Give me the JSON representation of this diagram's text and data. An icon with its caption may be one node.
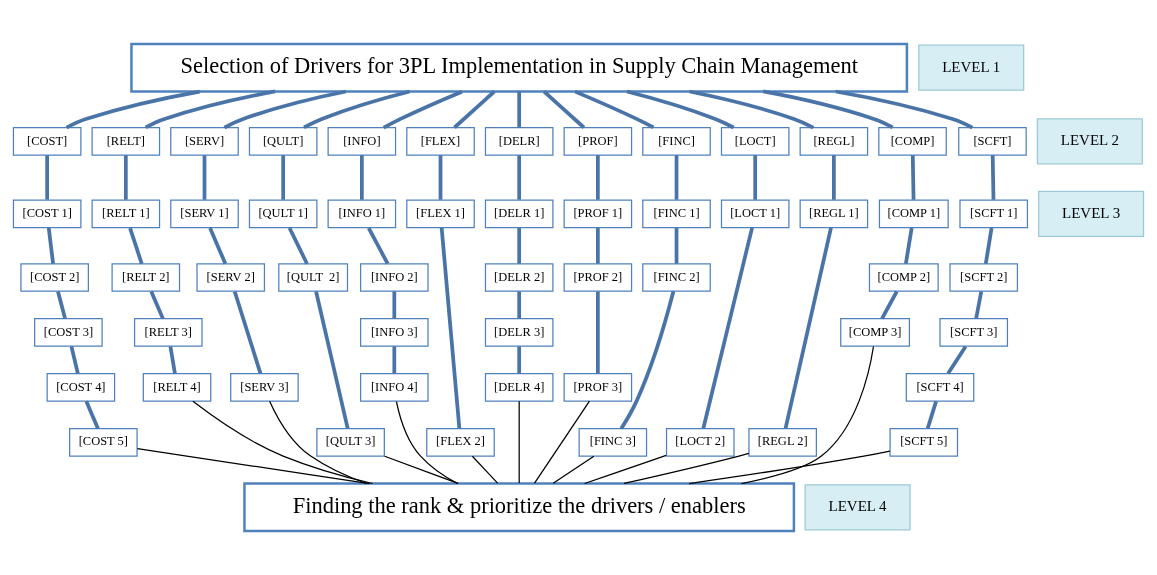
{
  "diagram": {
    "nodes": [
      {
        "text": [
          "Selection of Drivers for 3PL Implementation in Supply Chain Management"
        ]
      },
      {
        "text": [
          "LEVEL 1"
        ]
      },
      {
        "text": [
          "LEVEL 2"
        ]
      },
      {
        "text": [
          "LEVEL 3"
        ]
      },
      {
        "text": [
          "LEVEL 4"
        ]
      },
      {
        "text": [
          "Finding the rank & prioritize the drivers / enablers"
        ]
      },
      {
        "text": [
          "[COST]"
        ]
      },
      {
        "text": [
          "[COST 1]"
        ]
      },
      {
        "text": [
          "[COST 2]"
        ]
      },
      {
        "text": [
          "[COST 3]"
        ]
      },
      {
        "text": [
          "[COST 4]"
        ]
      },
      {
        "text": [
          "[COST 5]"
        ]
      },
      {
        "text": [
          "[RELT]"
        ]
      },
      {
        "text": [
          "[RELT 1]"
        ]
      },
      {
        "text": [
          "[RELT 2]"
        ]
      },
      {
        "text": [
          "[RELT 3]"
        ]
      },
      {
        "text": [
          "[RELT 4]"
        ]
      },
      {
        "text": [
          "[SERV]"
        ]
      },
      {
        "text": [
          "[SERV 1]"
        ]
      },
      {
        "text": [
          "[SERV 2]"
        ]
      },
      {
        "text": [
          "[SERV 3]"
        ]
      },
      {
        "text": [
          "[QULT]"
        ]
      },
      {
        "text": [
          "[QULT 1]"
        ]
      },
      {
        "text": [
          "[QULT  2]"
        ]
      },
      {
        "text": [
          "[QULT 3]"
        ]
      },
      {
        "text": [
          "[INFO]"
        ]
      },
      {
        "text": [
          "[INFO 1]"
        ]
      },
      {
        "text": [
          "[INFO 2]"
        ]
      },
      {
        "text": [
          "[INFO 3]"
        ]
      },
      {
        "text": [
          "[INFO 4]"
        ]
      },
      {
        "text": [
          "[FLEX]"
        ]
      },
      {
        "text": [
          "[FLEX 1]"
        ]
      },
      {
        "text": [
          "[FLEX 2]"
        ]
      },
      {
        "text": [
          "[DELR]"
        ]
      },
      {
        "text": [
          "[DELR 1]"
        ]
      },
      {
        "text": [
          "[DELR 2]"
        ]
      },
      {
        "text": [
          "[DELR 3]"
        ]
      },
      {
        "text": [
          "[DELR 4]"
        ]
      },
      {
        "text": [
          "[PROF]"
        ]
      },
      {
        "text": [
          "[PROF 1]"
        ]
      },
      {
        "text": [
          "[PROF 2]"
        ]
      },
      {
        "text": [
          "[PROF 3]"
        ]
      },
      {
        "text": [
          "[FINC]"
        ]
      },
      {
        "text": [
          "[FINC 1]"
        ]
      },
      {
        "text": [
          "[FINC 2]"
        ]
      },
      {
        "text": [
          "[FINC 3]"
        ]
      },
      {
        "text": [
          "[LOCT]"
        ]
      },
      {
        "text": [
          "[LOCT 1]"
        ]
      },
      {
        "text": [
          "[LOCT 2]"
        ]
      },
      {
        "text": [
          "[REGL]"
        ]
      },
      {
        "text": [
          "[REGL 1]"
        ]
      },
      {
        "text": [
          "[REGL 2]"
        ]
      },
      {
        "text": [
          "[COMP]"
        ]
      },
      {
        "text": [
          "[COMP 1]"
        ]
      },
      {
        "text": [
          "[COMP 2]"
        ]
      },
      {
        "text": [
          "[COMP 3]"
        ]
      },
      {
        "text": [
          "[SCFT]"
        ]
      },
      {
        "text": [
          "[SCFT 1]"
        ]
      },
      {
        "text": [
          "[SCFT 2]"
        ]
      },
      {
        "text": [
          "[SCFT 3]"
        ]
      },
      {
        "text": [
          "[SCFT 4]"
        ]
      },
      {
        "text": [
          "[SCFT 5]"
        ]
      }
    ],
    "edges": [
      {
        "from": 0,
        "to": 6,
        "arrow": "none"
      },
      {
        "from": 0,
        "to": 12,
        "arrow": "none"
      },
      {
        "from": 0,
        "to": 17,
        "arrow": "none"
      },
      {
        "from": 0,
        "to": 21,
        "arrow": "none"
      },
      {
        "from": 0,
        "to": 25,
        "arrow": "none"
      },
      {
        "from": 0,
        "to": 30,
        "arrow": "none"
      },
      {
        "from": 0,
        "to": 33,
        "arrow": "none"
      },
      {
        "from": 0,
        "to": 38,
        "arrow": "none"
      },
      {
        "from": 0,
        "to": 42,
        "arrow": "none"
      },
      {
        "from": 0,
        "to": 46,
        "arrow": "none"
      },
      {
        "from": 0,
        "to": 49,
        "arrow": "none"
      },
      {
        "from": 0,
        "to": 52,
        "arrow": "none"
      },
      {
        "from": 0,
        "to": 56,
        "arrow": "none"
      },
      {
        "from": 6,
        "to": 7,
        "arrow": "none"
      },
      {
        "from": 7,
        "to": 8,
        "arrow": "none"
      },
      {
        "from": 8,
        "to": 9,
        "arrow": "none"
      },
      {
        "from": 9,
        "to": 10,
        "arrow": "none"
      },
      {
        "from": 10,
        "to": 11,
        "arrow": "none"
      },
      {
        "from": 12,
        "to": 13,
        "arrow": "none"
      },
      {
        "from": 13,
        "to": 14,
        "arrow": "none"
      },
      {
        "from": 14,
        "to": 15,
        "arrow": "none"
      },
      {
        "from": 15,
        "to": 16,
        "arrow": "none"
      },
      {
        "from": 17,
        "to": 18,
        "arrow": "none"
      },
      {
        "from": 18,
        "to": 19,
        "arrow": "none"
      },
      {
        "from": 19,
        "to": 20,
        "arrow": "none"
      },
      {
        "from": 21,
        "to": 22,
        "arrow": "none"
      },
      {
        "from": 22,
        "to": 23,
        "arrow": "none"
      },
      {
        "from": 23,
        "to": 24,
        "arrow": "none"
      },
      {
        "from": 25,
        "to": 26,
        "arrow": "none"
      },
      {
        "from": 26,
        "to": 27,
        "arrow": "none"
      },
      {
        "from": 27,
        "to": 28,
        "arrow": "none"
      },
      {
        "from": 28,
        "to": 29,
        "arrow": "none"
      },
      {
        "from": 30,
        "to": 31,
        "arrow": "none"
      },
      {
        "from": 31,
        "to": 32,
        "arrow": "none"
      },
      {
        "from": 33,
        "to": 34,
        "arrow": "none"
      },
      {
        "from": 34,
        "to": 35,
        "arrow": "none"
      },
      {
        "from": 35,
        "to": 36,
        "arrow": "none"
      },
      {
        "from": 36,
        "to": 37,
        "arrow": "none"
      },
      {
        "from": 38,
        "to": 39,
        "arrow": "none"
      },
      {
        "from": 39,
        "to": 40,
        "arrow": "none"
      },
      {
        "from": 40,
        "to": 41,
        "arrow": "none"
      },
      {
        "from": 42,
        "to": 43,
        "arrow": "none"
      },
      {
        "from": 43,
        "to": 44,
        "arrow": "none"
      },
      {
        "from": 44,
        "to": 45,
        "arrow": "none"
      },
      {
        "from": 46,
        "to": 47,
        "arrow": "none"
      },
      {
        "from": 47,
        "to": 48,
        "arrow": "none"
      },
      {
        "from": 49,
        "to": 50,
        "arrow": "none"
      },
      {
        "from": 50,
        "to": 51,
        "arrow": "none"
      },
      {
        "from": 52,
        "to": 53,
        "arrow": "none"
      },
      {
        "from": 53,
        "to": 54,
        "arrow": "none"
      },
      {
        "from": 54,
        "to": 55,
        "arrow": "none"
      },
      {
        "from": 56,
        "to": 57,
        "arrow": "none"
      },
      {
        "from": 57,
        "to": 58,
        "arrow": "none"
      },
      {
        "from": 58,
        "to": 59,
        "arrow": "none"
      },
      {
        "from": 59,
        "to": 60,
        "arrow": "none"
      },
      {
        "from": 60,
        "to": 61,
        "arrow": "none"
      },
      {
        "from": 11,
        "to": 5,
        "arrow": "none",
        "color": "#000000"
      },
      {
        "from": 16,
        "to": 5,
        "arrow": "none",
        "color": "#000000"
      },
      {
        "from": 20,
        "to": 5,
        "arrow": "none",
        "color": "#000000"
      },
      {
        "from": 24,
        "to": 5,
        "arrow": "none",
        "color": "#000000"
      },
      {
        "from": 29,
        "to": 5,
        "arrow": "none",
        "color": "#000000"
      },
      {
        "from": 32,
        "to": 5,
        "arrow": "none",
        "color": "#000000"
      },
      {
        "from": 37,
        "to": 5,
        "arrow": "none",
        "color": "#000000"
      },
      {
        "from": 41,
        "to": 5,
        "arrow": "none",
        "color": "#000000"
      },
      {
        "from": 45,
        "to": 5,
        "arrow": "none",
        "color": "#000000"
      },
      {
        "from": 48,
        "to": 5,
        "arrow": "none",
        "color": "#000000"
      },
      {
        "from": 51,
        "to": 5,
        "arrow": "none",
        "color": "#000000"
      },
      {
        "from": 55,
        "to": 5,
        "arrow": "none",
        "color": "#000000"
      },
      {
        "from": 61,
        "to": 5,
        "arrow": "none",
        "color": "#000000"
      }
    ]
  }
}
